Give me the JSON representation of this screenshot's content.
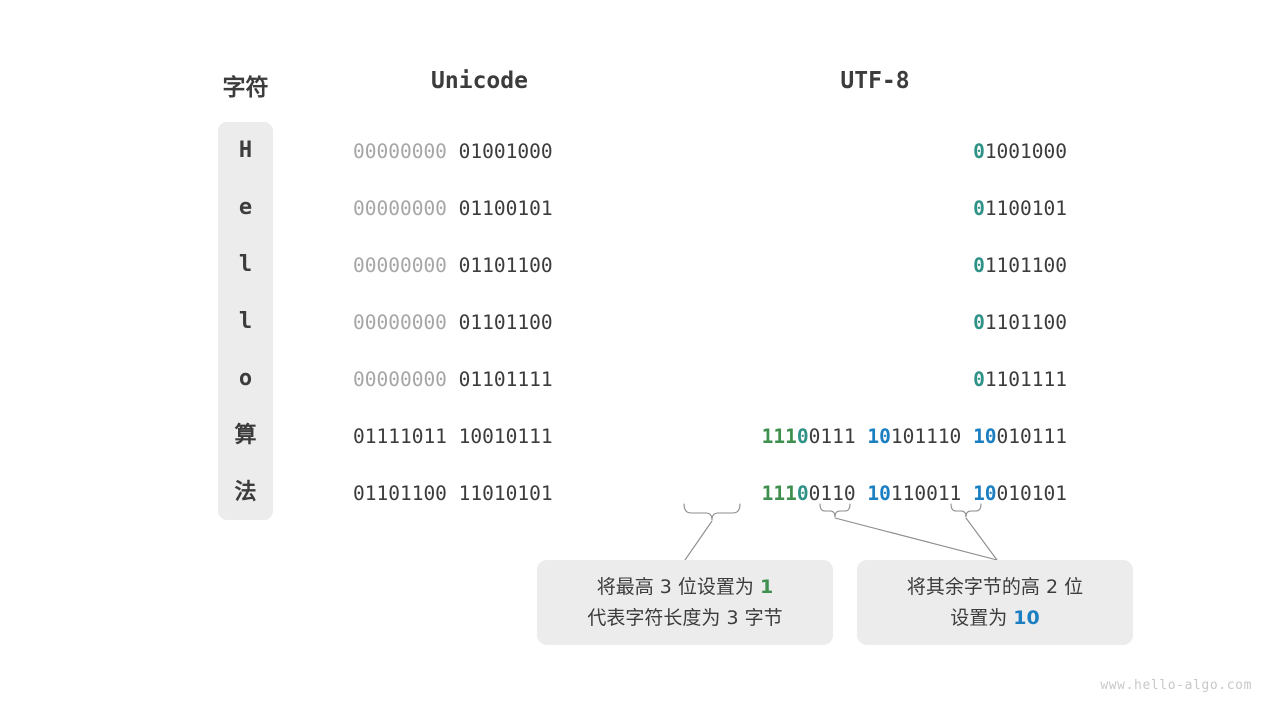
{
  "headers": {
    "character": "字符",
    "unicode": "Unicode",
    "utf8": "UTF-8"
  },
  "rows": [
    {
      "char": "H",
      "unicode_high": "00000000",
      "unicode_low": "01001000",
      "utf8_plain": "01001000",
      "utf8_lead_marker": "0",
      "utf8_lead_rest": "1001000"
    },
    {
      "char": "e",
      "unicode_high": "00000000",
      "unicode_low": "01100101",
      "utf8_plain": "01100101",
      "utf8_lead_marker": "0",
      "utf8_lead_rest": "1100101"
    },
    {
      "char": "l",
      "unicode_high": "00000000",
      "unicode_low": "01101100",
      "utf8_plain": "01101100",
      "utf8_lead_marker": "0",
      "utf8_lead_rest": "1101100"
    },
    {
      "char": "l",
      "unicode_high": "00000000",
      "unicode_low": "01101100",
      "utf8_plain": "01101100",
      "utf8_lead_marker": "0",
      "utf8_lead_rest": "1101100"
    },
    {
      "char": "o",
      "unicode_high": "00000000",
      "unicode_low": "01101111",
      "utf8_plain": "01101111",
      "utf8_lead_marker": "0",
      "utf8_lead_rest": "1101111"
    },
    {
      "char": "算",
      "unicode_high": "01111011",
      "unicode_low": "10010111",
      "utf8_b1_green": "111",
      "utf8_b1_teal": "0",
      "utf8_b1_rest": "0111",
      "utf8_b2_blue": "10",
      "utf8_b2_rest": "101110",
      "utf8_b3_blue": "10",
      "utf8_b3_rest": "010111"
    },
    {
      "char": "法",
      "unicode_high": "01101100",
      "unicode_low": "11010101",
      "utf8_b1_green": "111",
      "utf8_b1_teal": "0",
      "utf8_b1_rest": "0110",
      "utf8_b2_blue": "10",
      "utf8_b2_rest": "110011",
      "utf8_b3_blue": "10",
      "utf8_b3_rest": "010101"
    }
  ],
  "callouts": {
    "left": {
      "line1_pre": "将最高 3 位设置为 ",
      "line1_hl": "1",
      "line2": "代表字符长度为 3 字节"
    },
    "right": {
      "line1": "将其余字节的高 2 位",
      "line2_pre": "设置为 ",
      "line2_hl": "10"
    }
  },
  "watermark": "www.hello-algo.com",
  "colors": {
    "green": "#3f8f4f",
    "teal": "#2f9287",
    "blue": "#1b7fc2",
    "dim": "#a6a6a6",
    "text": "#3c3c3c",
    "panel": "#ececec"
  }
}
